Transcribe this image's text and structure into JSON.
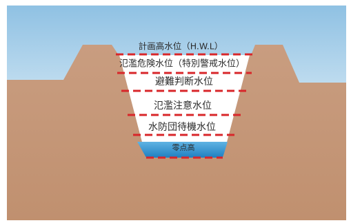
{
  "water_levels": [
    {
      "id": "hwl",
      "label": "計画高水位（H.W.L）"
    },
    {
      "id": "flood-danger",
      "label": "氾濫危険水位（特別警戒水位）"
    },
    {
      "id": "evacuation-judgment",
      "label": "避難判断水位"
    },
    {
      "id": "flood-warning",
      "label": "氾濫注意水位"
    },
    {
      "id": "flood-standby",
      "label": "水防団待機水位"
    },
    {
      "id": "zero-point",
      "label": "零点高"
    }
  ],
  "colors": {
    "sky_top": "#8fc1e3",
    "sky_bottom": "#ffffff",
    "ground": "#c79a7c",
    "channel": "#ffffff",
    "water": "#2b8fcd",
    "level_line": "#d8262a"
  }
}
